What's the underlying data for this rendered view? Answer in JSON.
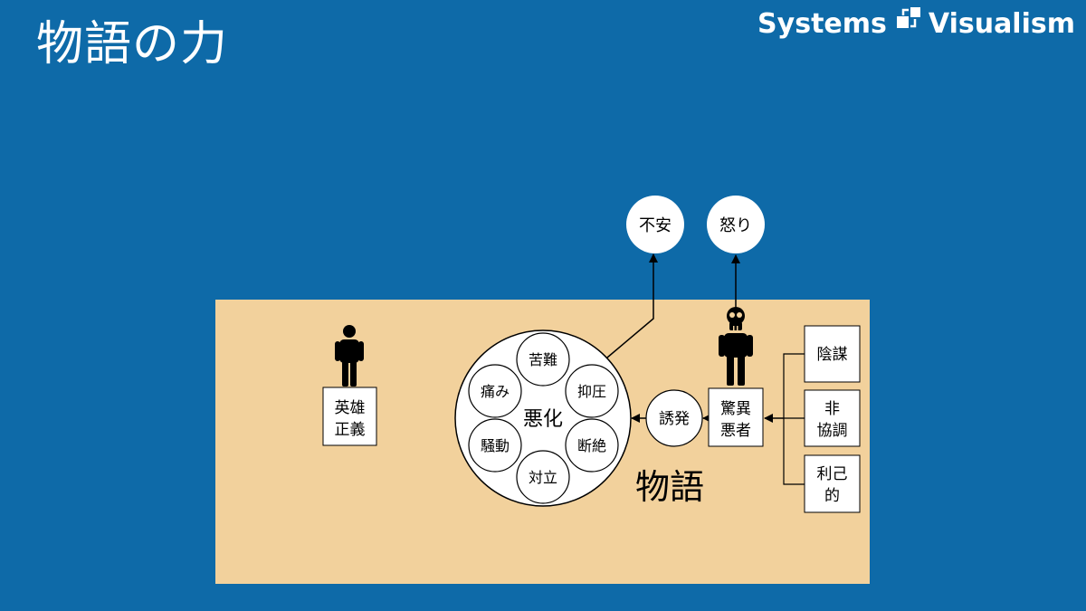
{
  "title": "物語の力",
  "brand": {
    "left": "Systems",
    "right": "Visualism",
    "icon": "systems-visualism-logo"
  },
  "colors": {
    "background": "#0e6aa8",
    "story_area": "#f2d19c",
    "node_fill": "#ffffff",
    "stroke": "#000000"
  },
  "diagram": {
    "story_label": "物語",
    "hero_label_line1": "英雄",
    "hero_label_line2": "正義",
    "villain_label_line1": "驚異",
    "villain_label_line2": "悪者",
    "villain_icon": "skull-person-icon",
    "hero_icon": "person-icon",
    "central_label": "悪化",
    "ring_nodes": [
      "苦難",
      "抑圧",
      "断絶",
      "対立",
      "騒動",
      "痛み"
    ],
    "provoke_label": "誘発",
    "outcome_left": "不安",
    "outcome_right": "怒り",
    "traits": [
      {
        "line1": "陰謀",
        "line2": ""
      },
      {
        "line1": "非",
        "line2": "協調"
      },
      {
        "line1": "利己",
        "line2": "的"
      }
    ]
  }
}
